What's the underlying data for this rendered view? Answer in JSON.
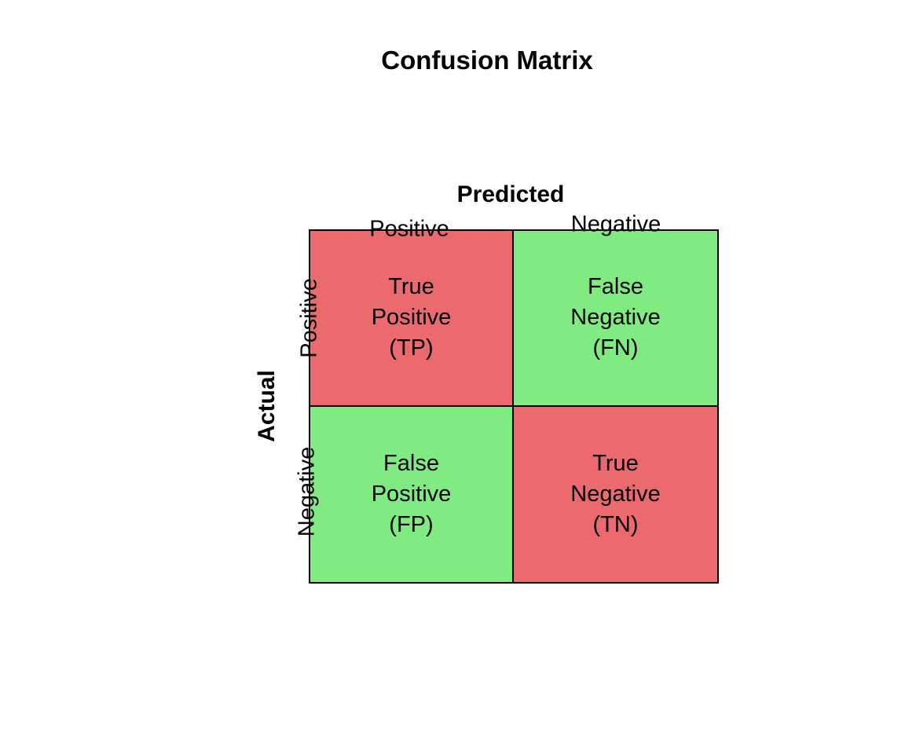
{
  "title": "Confusion Matrix",
  "axes": {
    "predicted_label": "Predicted",
    "actual_label": "Actual",
    "col_labels": [
      "Positive",
      "Negative"
    ],
    "row_labels": [
      "Positive",
      "Negative"
    ]
  },
  "cells": [
    {
      "id": "tp",
      "text": "True\nPositive\n(TP)",
      "color": "#EA6A6E"
    },
    {
      "id": "fn",
      "text": "False\nNegative\n(FN)",
      "color": "#80EB80"
    },
    {
      "id": "fp",
      "text": "False\nPositive\n(FP)",
      "color": "#80EB80"
    },
    {
      "id": "tn",
      "text": "True\nNegative\n(TN)",
      "color": "#EA6A6E"
    }
  ],
  "colors": {
    "red_cell": "#EA6A6E",
    "green_cell": "#80EB80",
    "border": "#000000",
    "text": "#000000",
    "background": "#ffffff"
  },
  "chart_data": {
    "type": "heatmap",
    "title": "Confusion Matrix",
    "xlabel": "Predicted",
    "ylabel": "Actual",
    "x_categories": [
      "Positive",
      "Negative"
    ],
    "y_categories": [
      "Positive",
      "Negative"
    ],
    "cells": [
      [
        "True Positive (TP)",
        "False Negative (FN)"
      ],
      [
        "False Positive (FP)",
        "True Negative (TN)"
      ]
    ],
    "cell_colors": [
      [
        "#EA6A6E",
        "#80EB80"
      ],
      [
        "#80EB80",
        "#EA6A6E"
      ]
    ],
    "grid": false,
    "legend": "none"
  }
}
